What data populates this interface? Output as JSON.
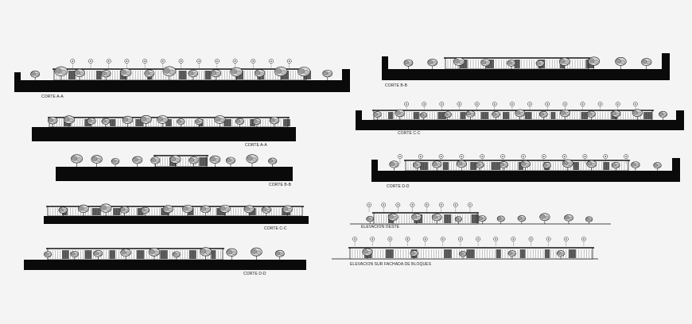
{
  "drawings": [
    {
      "id": "corte-a-a-1",
      "label": "CORTE A-A"
    },
    {
      "id": "corte-b-b-1",
      "label": "CORTE B-B"
    },
    {
      "id": "corte-a-a-2",
      "label": "CORTE A-A"
    },
    {
      "id": "corte-c-c-1",
      "label": "CORTE C-C"
    },
    {
      "id": "corte-b-b-2",
      "label": "CORTE B-B"
    },
    {
      "id": "corte-d-d-1",
      "label": "CORTE D-D"
    },
    {
      "id": "corte-c-c-2",
      "label": "CORTE C-C"
    },
    {
      "id": "elevacion-oeste",
      "label": "ELEVACION OESTE"
    },
    {
      "id": "corte-d-d-2",
      "label": "CORTE D-D"
    },
    {
      "id": "elevacion-sur",
      "label": "ELEVACION SUR FACHADA DE BLOQUES"
    }
  ]
}
